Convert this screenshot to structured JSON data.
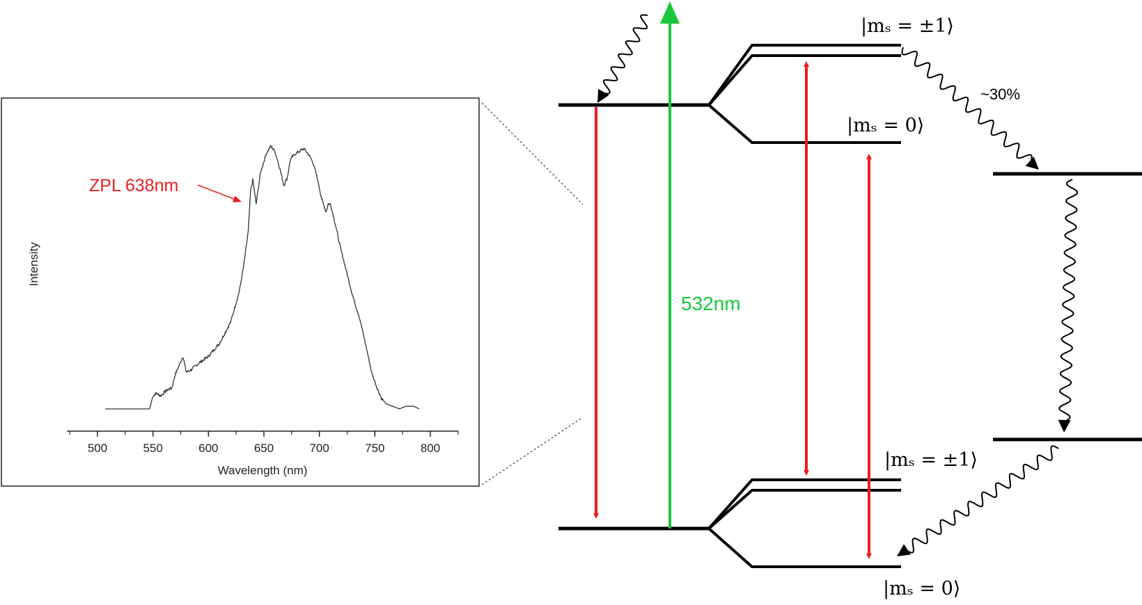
{
  "spectrum_panel": {
    "ylabel": "Intensity",
    "xlabel": "Wavelength (nm)",
    "x_ticks": [
      "500",
      "550",
      "600",
      "650",
      "700",
      "750",
      "800"
    ],
    "annotation": "ZPL 638nm"
  },
  "energy_diagram": {
    "excitation_label": "532nm",
    "isc_label": "~30%",
    "excited_plus_minus_one": "|mₛ = ±1⟩",
    "excited_zero": "|mₛ = 0⟩",
    "ground_plus_minus_one": "|mₛ = ±1⟩",
    "ground_zero": "|mₛ = 0⟩"
  },
  "colors": {
    "red": "#ee1c1c",
    "green": "#19c83c",
    "black": "#000000",
    "annotation_red": "#e82020"
  },
  "chart_data": {
    "type": "line",
    "title": "",
    "xlabel": "Wavelength (nm)",
    "ylabel": "Intensity",
    "xlim": [
      475,
      828
    ],
    "ylim": [
      0,
      1
    ],
    "x_ticks": [
      500,
      550,
      600,
      650,
      700,
      750,
      800
    ],
    "grid": false,
    "series": [
      {
        "x": [
          507,
          520,
          530,
          540,
          547,
          550,
          553,
          557,
          562,
          567,
          570,
          574,
          577,
          580,
          585,
          590,
          600,
          610,
          620,
          628,
          632,
          636,
          638,
          640,
          643,
          647,
          652,
          656,
          660,
          664,
          668,
          671,
          674,
          678,
          682,
          686,
          690,
          694,
          698,
          702,
          706,
          708,
          710,
          714,
          718,
          724,
          730,
          736,
          742,
          747,
          752,
          756,
          760,
          766,
          772,
          778,
          785,
          790
        ],
        "y": [
          0.0,
          0.0,
          0.0,
          0.0,
          0.0,
          0.05,
          0.06,
          0.05,
          0.07,
          0.08,
          0.13,
          0.17,
          0.2,
          0.14,
          0.15,
          0.17,
          0.2,
          0.25,
          0.33,
          0.45,
          0.55,
          0.68,
          0.83,
          0.87,
          0.78,
          0.9,
          0.97,
          1.0,
          0.98,
          0.92,
          0.85,
          0.88,
          0.95,
          0.97,
          0.98,
          0.99,
          0.97,
          0.94,
          0.88,
          0.8,
          0.75,
          0.78,
          0.78,
          0.71,
          0.63,
          0.53,
          0.43,
          0.35,
          0.24,
          0.14,
          0.08,
          0.04,
          0.02,
          0.01,
          0.0,
          0.01,
          0.01,
          0.0
        ]
      }
    ]
  }
}
